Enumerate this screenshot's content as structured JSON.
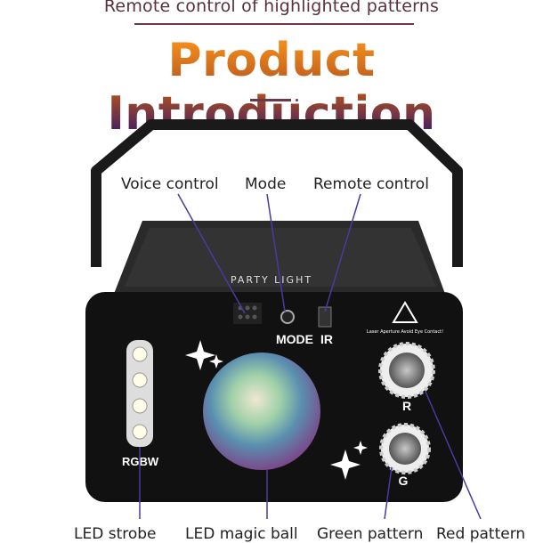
{
  "header": {
    "subtitle": "Remote control of highlighted patterns",
    "title": "Product Introduction"
  },
  "device": {
    "brand_text": "PARTY LIGHT",
    "mode_label": "MODE",
    "ir_label": "IR",
    "strobe_label": "RGBW",
    "red_lens_label": "R",
    "green_lens_label": "G",
    "laser_warning": "Laser Aperture Avoid Eye Contact!"
  },
  "callouts": {
    "top": [
      "Voice control",
      "Mode",
      "Remote control"
    ],
    "bottom": [
      "LED strobe",
      "LED magic ball",
      "Green pattern",
      "Red pattern"
    ]
  },
  "colors": {
    "title_gradient_top": "#f08a1c",
    "title_gradient_bottom": "#3a1c6a",
    "callout_line": "#4a3aa0"
  }
}
